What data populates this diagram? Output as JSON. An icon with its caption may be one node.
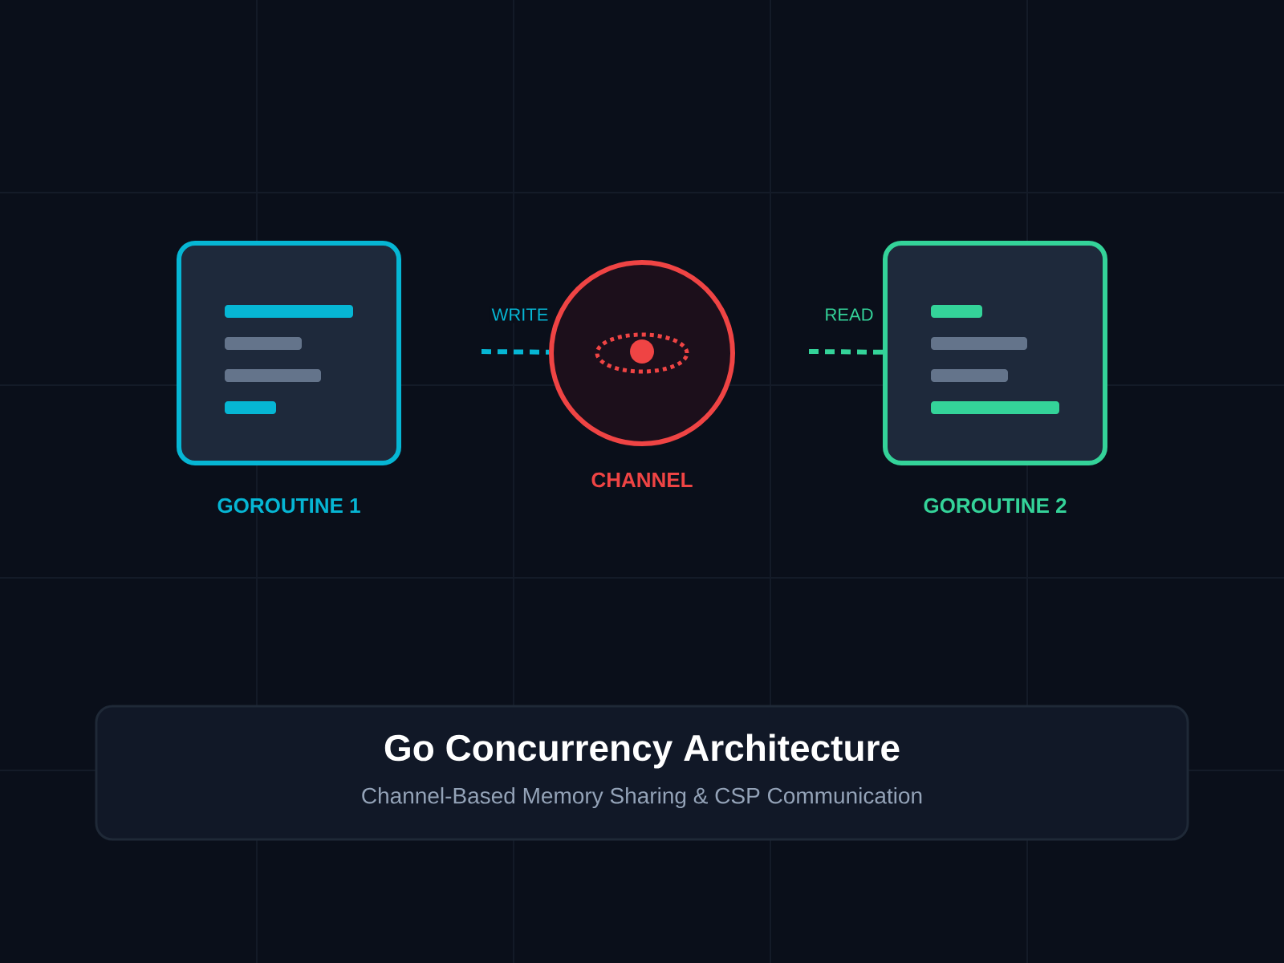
{
  "diagram": {
    "title": "Go Concurrency Architecture",
    "caption": "Channel-Based Memory Sharing & CSP Communication",
    "nodes": [
      {
        "text": [
          "GOROUTINE 1"
        ]
      },
      {
        "text": [
          "CHANNEL"
        ]
      },
      {
        "text": [
          "GOROUTINE 2"
        ]
      }
    ],
    "edges": [
      {
        "from": null,
        "to": 1,
        "arrow": "none",
        "label": "WRITE",
        "style": "dashed",
        "color": "#06b6d4"
      },
      {
        "from": null,
        "to": 2,
        "arrow": "none",
        "label": "READ",
        "style": "dashed",
        "color": "#34d399"
      }
    ]
  }
}
